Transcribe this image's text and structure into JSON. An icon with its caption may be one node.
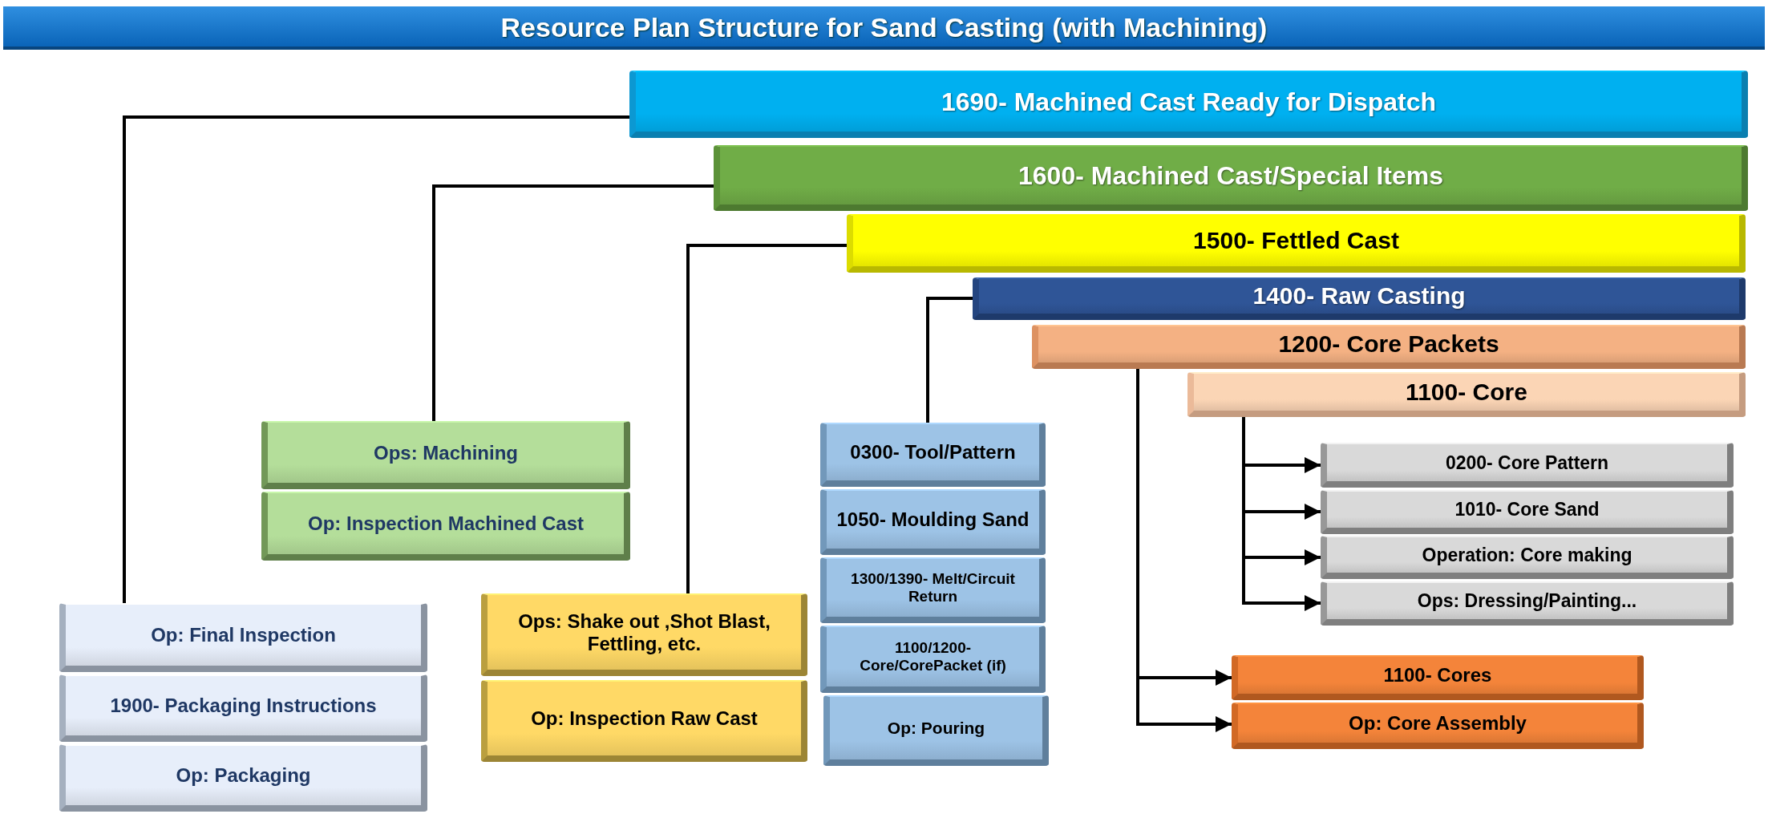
{
  "diagram": {
    "title": "Resource Plan Structure for Sand Casting (with Machining)",
    "nodes": [
      {
        "text": [
          "1690- Machined Cast Ready for Dispatch"
        ]
      },
      {
        "text": [
          "1600- Machined Cast/Special Items"
        ]
      },
      {
        "text": [
          "1500- Fettled Cast"
        ]
      },
      {
        "text": [
          "1400- Raw Casting"
        ]
      },
      {
        "text": [
          "1200- Core Packets"
        ]
      },
      {
        "text": [
          "1100- Core"
        ]
      },
      {
        "text": [
          "Op: Final Inspection"
        ]
      },
      {
        "text": [
          "1900- Packaging Instructions"
        ]
      },
      {
        "text": [
          "Op: Packaging"
        ]
      },
      {
        "text": [
          "Ops: Machining"
        ]
      },
      {
        "text": [
          "Op: Inspection Machined Cast"
        ]
      },
      {
        "text": [
          "Ops: Shake out ,Shot Blast, Fettling, etc."
        ]
      },
      {
        "text": [
          "Op: Inspection Raw Cast"
        ]
      },
      {
        "text": [
          "0300- Tool/Pattern"
        ]
      },
      {
        "text": [
          "1050- Moulding Sand"
        ]
      },
      {
        "text": [
          "1300/1390- Melt/Circuit Return"
        ]
      },
      {
        "text": [
          "1100/1200- Core/CorePacket (if)"
        ]
      },
      {
        "text": [
          "Op: Pouring"
        ]
      },
      {
        "text": [
          "0200- Core Pattern"
        ]
      },
      {
        "text": [
          "1010- Core Sand"
        ]
      },
      {
        "text": [
          "Operation: Core making"
        ]
      },
      {
        "text": [
          "Ops: Dressing/Painting..."
        ]
      },
      {
        "text": [
          "1100- Cores"
        ]
      },
      {
        "text": [
          "Op: Core Assembly"
        ]
      }
    ],
    "edges": [
      {
        "from": 0,
        "to": 6,
        "arrow": "none"
      },
      {
        "from": 1,
        "to": 9,
        "arrow": "none"
      },
      {
        "from": 2,
        "to": 11,
        "arrow": "none"
      },
      {
        "from": 3,
        "to": 13,
        "arrow": "none"
      },
      {
        "from": 4,
        "to": 22,
        "arrow": "to"
      },
      {
        "from": 4,
        "to": 23,
        "arrow": "to"
      },
      {
        "from": 5,
        "to": 18,
        "arrow": "to"
      },
      {
        "from": 5,
        "to": 19,
        "arrow": "to"
      },
      {
        "from": 5,
        "to": 20,
        "arrow": "to"
      },
      {
        "from": 5,
        "to": 21,
        "arrow": "to"
      }
    ]
  }
}
